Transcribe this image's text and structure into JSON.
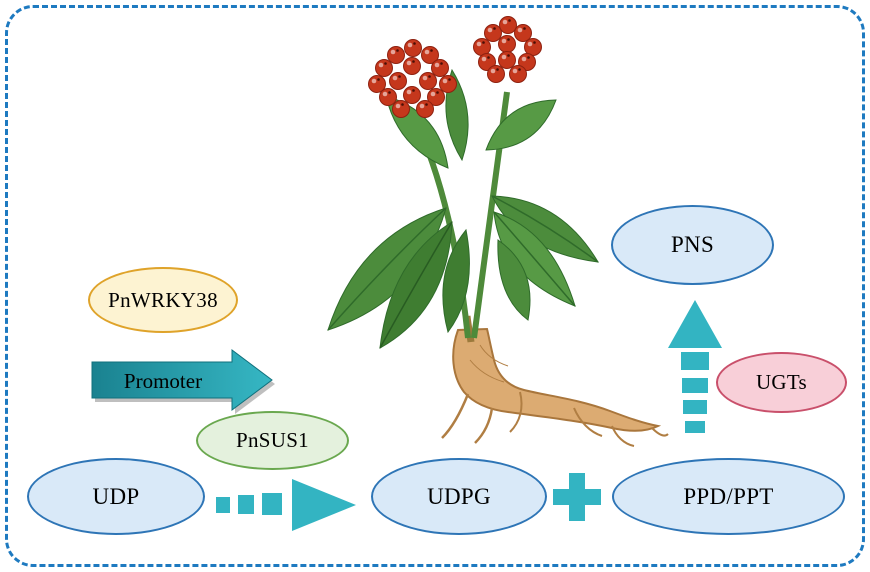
{
  "diagram": {
    "nodes": {
      "pnwrky38": {
        "label": "PnWRKY38"
      },
      "promoter": {
        "label": "Promoter"
      },
      "pnsus1": {
        "label": "PnSUS1"
      },
      "udp": {
        "label": "UDP"
      },
      "udpg": {
        "label": "UDPG"
      },
      "ppd_ppt": {
        "label": "PPD/PPT"
      },
      "ugts": {
        "label": "UGTs"
      },
      "pns": {
        "label": "PNS"
      }
    },
    "icons": {
      "plant": "ginseng-plant-illustration",
      "plus": "plus-icon",
      "udp_to_udpg": "dashed-right-arrow-icon",
      "ppdppt_to_pns": "dashed-up-arrow-icon",
      "promoter_arrow": "block-right-arrow-icon"
    },
    "colors": {
      "frame_border": "#1e7ac0",
      "node_blue_fill": "#d9e9f8",
      "node_blue_stroke": "#2e75b6",
      "node_yellow_fill": "#fdf3d2",
      "node_yellow_stroke": "#dfa32a",
      "node_green_fill": "#e4f1dd",
      "node_green_stroke": "#6aa84f",
      "node_pink_fill": "#f8cfd8",
      "node_pink_stroke": "#c9506b",
      "arrow_teal": "#33b4c2",
      "promoter_teal_dark": "#1a8290",
      "berry_red": "#c5371c",
      "leaf_green": "#4c8c3c",
      "root_tan": "#dcab72"
    }
  }
}
